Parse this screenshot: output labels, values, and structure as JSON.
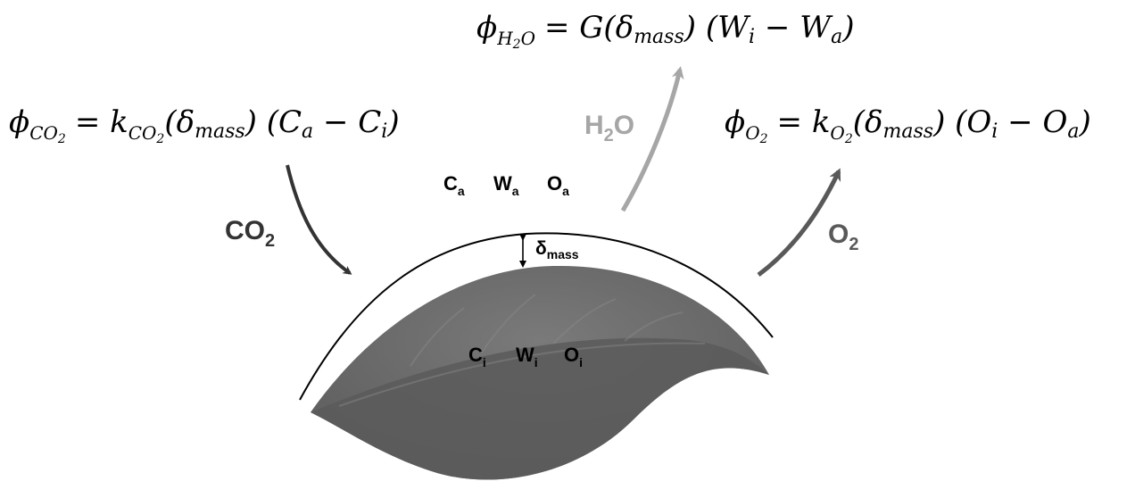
{
  "equations": {
    "h2o": {
      "phi": "ϕ",
      "phi_sub": "H",
      "phi_sub_num": "2",
      "phi_sub_tail": "O",
      "rhs_a": "= G(",
      "delta": "δ",
      "delta_sub": "mass",
      "rhs_b": ") (",
      "w1": "W",
      "w1_sub": "i",
      "minus": " − ",
      "w2": "W",
      "w2_sub": "a",
      "close": ")"
    },
    "co2": {
      "phi": "ϕ",
      "phi_sub": "CO",
      "phi_sub_num": "2",
      "eq": "= ",
      "k": "k",
      "k_sub": "CO",
      "k_sub_num": "2",
      "open": "(",
      "delta": "δ",
      "delta_sub": "mass",
      "mid": ") (",
      "c1": "C",
      "c1_sub": "a",
      "minus": " − ",
      "c2": "C",
      "c2_sub": "i",
      "close": ")"
    },
    "o2": {
      "phi": "ϕ",
      "phi_sub": "O",
      "phi_sub_num": "2",
      "eq": "= ",
      "k": "k",
      "k_sub": "O",
      "k_sub_num": "2",
      "open": "(",
      "delta": "δ",
      "delta_sub": "mass",
      "mid": ") (",
      "o1": "O",
      "o1_sub": "i",
      "minus": " − ",
      "o2": "O",
      "o2_sub": "a",
      "close": ")"
    }
  },
  "gases": {
    "co2": {
      "main": "CO",
      "sub": "2",
      "color": "#333333"
    },
    "h2o": {
      "main": "H",
      "sub": "2",
      "tail": "O",
      "color": "#a6a6a6"
    },
    "o2": {
      "main": "O",
      "sub": "2",
      "color": "#595959"
    }
  },
  "ambient": {
    "c": "C",
    "c_sub": "a",
    "w": "W",
    "w_sub": "a",
    "o": "O",
    "o_sub": "a"
  },
  "internal": {
    "c": "C",
    "c_sub": "i",
    "w": "W",
    "w_sub": "i",
    "o": "O",
    "o_sub": "i"
  },
  "boundary_layer": {
    "delta": "δ",
    "delta_sub": "mass"
  },
  "colors": {
    "leaf": "#6b6b6b",
    "leaf_dark": "#5e5e5e",
    "boundary": "#000000",
    "co2_arrow": "#333333",
    "h2o_arrow": "#a6a6a6",
    "o2_arrow": "#595959"
  }
}
